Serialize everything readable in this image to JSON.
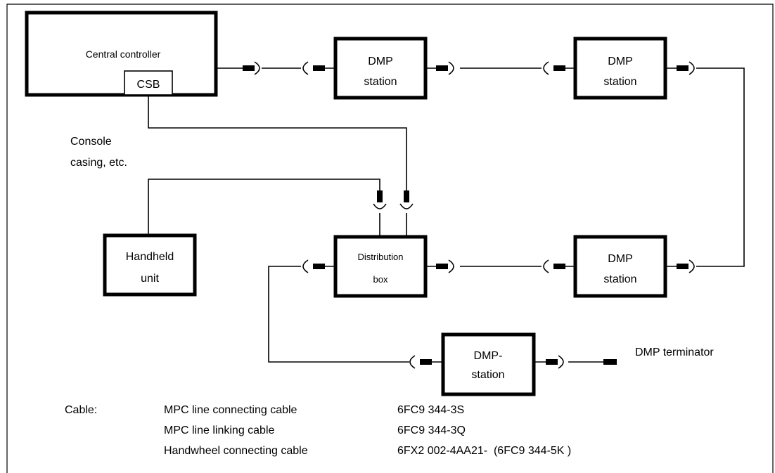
{
  "diagram": {
    "central_controller": "Central controller",
    "csb": "CSB",
    "console_line1": "Console",
    "console_line2": "casing, etc.",
    "handheld_line1": "Handheld",
    "handheld_line2": "unit",
    "distribution_line1": "Distribution",
    "distribution_line2": "box",
    "dmp_top1_line1": "DMP",
    "dmp_top1_line2": "station",
    "dmp_top2_line1": "DMP",
    "dmp_top2_line2": "station",
    "dmp_right_line1": "DMP",
    "dmp_right_line2": "station",
    "dmp_bottom_line1": "DMP-",
    "dmp_bottom_line2": "station",
    "terminator": "DMP terminator"
  },
  "legend": {
    "heading": "Cable:",
    "rows": [
      {
        "name": "MPC line connecting cable",
        "code": "6FC9 344-3S"
      },
      {
        "name": "MPC line linking cable",
        "code": "6FC9 344-3Q"
      },
      {
        "name": "Handwheel connecting cable",
        "code": "6FX2 002-4AA21-  (6FC9 344-5K )"
      }
    ]
  }
}
